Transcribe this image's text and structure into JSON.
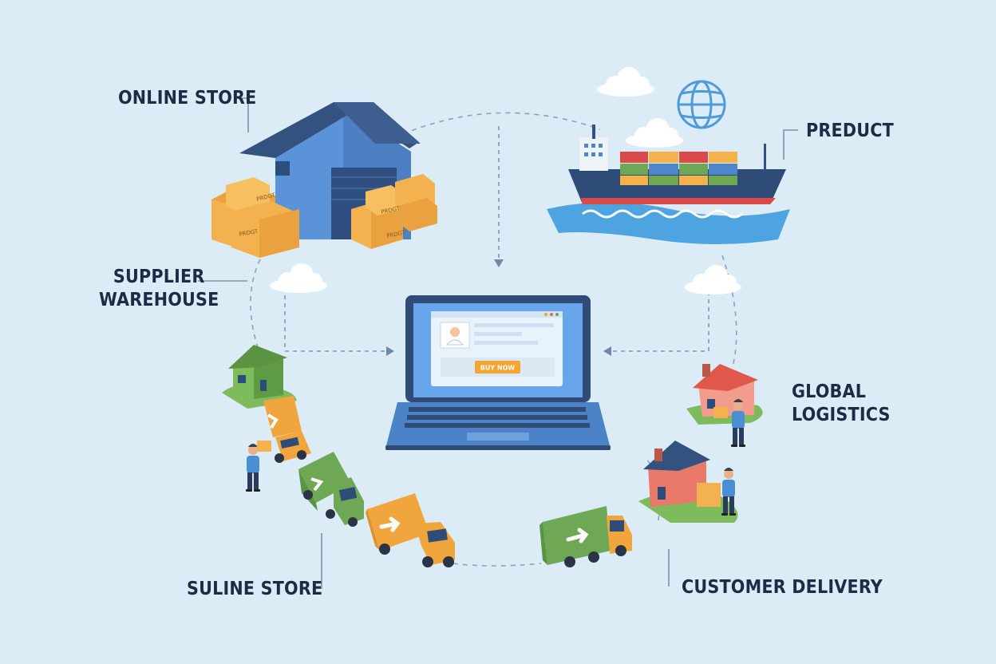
{
  "labels": {
    "online_store": "ONLINE STORE",
    "supplier_warehouse": [
      "SUPPLIER",
      "WAREHOUSE"
    ],
    "preduct": "PREDUCT",
    "global_logistics": [
      "GLOBAL",
      "LOGISTICS"
    ],
    "suline_store": "SULINE STORE",
    "customer_delivery": "CUSTOMER DELIVERY"
  },
  "laptop_screen": {
    "button": "BUY NOW"
  },
  "box_stamps": [
    "PRDGT",
    "PRDGT",
    "PRDGT",
    "PRDGT"
  ],
  "colors": {
    "background": "#dcecf6",
    "warehouse_blue": "#5b93d8",
    "roof_navy": "#34527f",
    "box_orange": "#f3b24f",
    "truck_green": "#6ea854",
    "truck_orange": "#f0a63c",
    "button_orange": "#f4a532",
    "house_red": "#e0584c",
    "globe_blue": "#4e9bdc",
    "water_blue": "#4ea4e0"
  }
}
